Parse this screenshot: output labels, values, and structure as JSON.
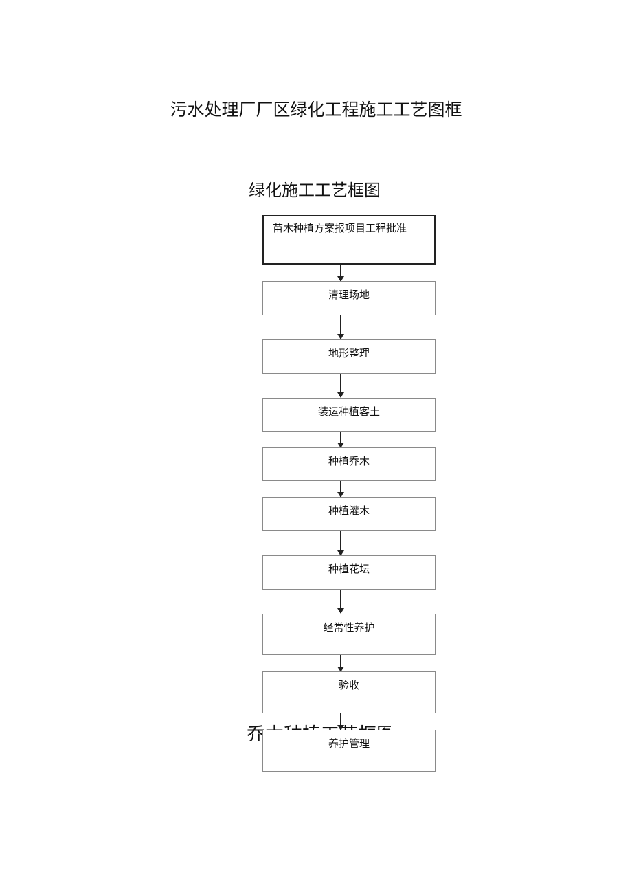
{
  "document": {
    "title": "污水处理厂厂区绿化工程施工工艺图框",
    "chart_title": "绿化施工工艺框图"
  },
  "flow": {
    "steps": [
      "苗木种植方案报项目工程批准",
      "清理场地",
      "地形整理",
      "装运种植客土",
      "种植乔木",
      "种植灌木",
      "种植花坛",
      "经常性养护",
      "验收",
      "养护管理"
    ]
  },
  "overlapping_heading": "乔木种植工艺框图"
}
